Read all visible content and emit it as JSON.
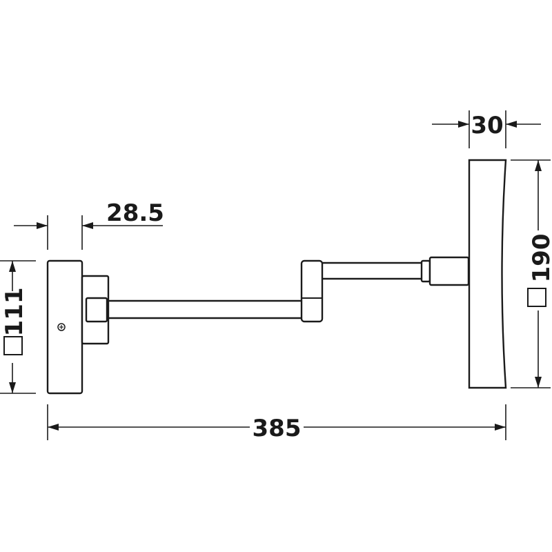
{
  "dimensions": {
    "top_width": "30",
    "mount_depth": "28.5",
    "base_square": "111",
    "mirror_square": "190",
    "overall_length": "385"
  }
}
